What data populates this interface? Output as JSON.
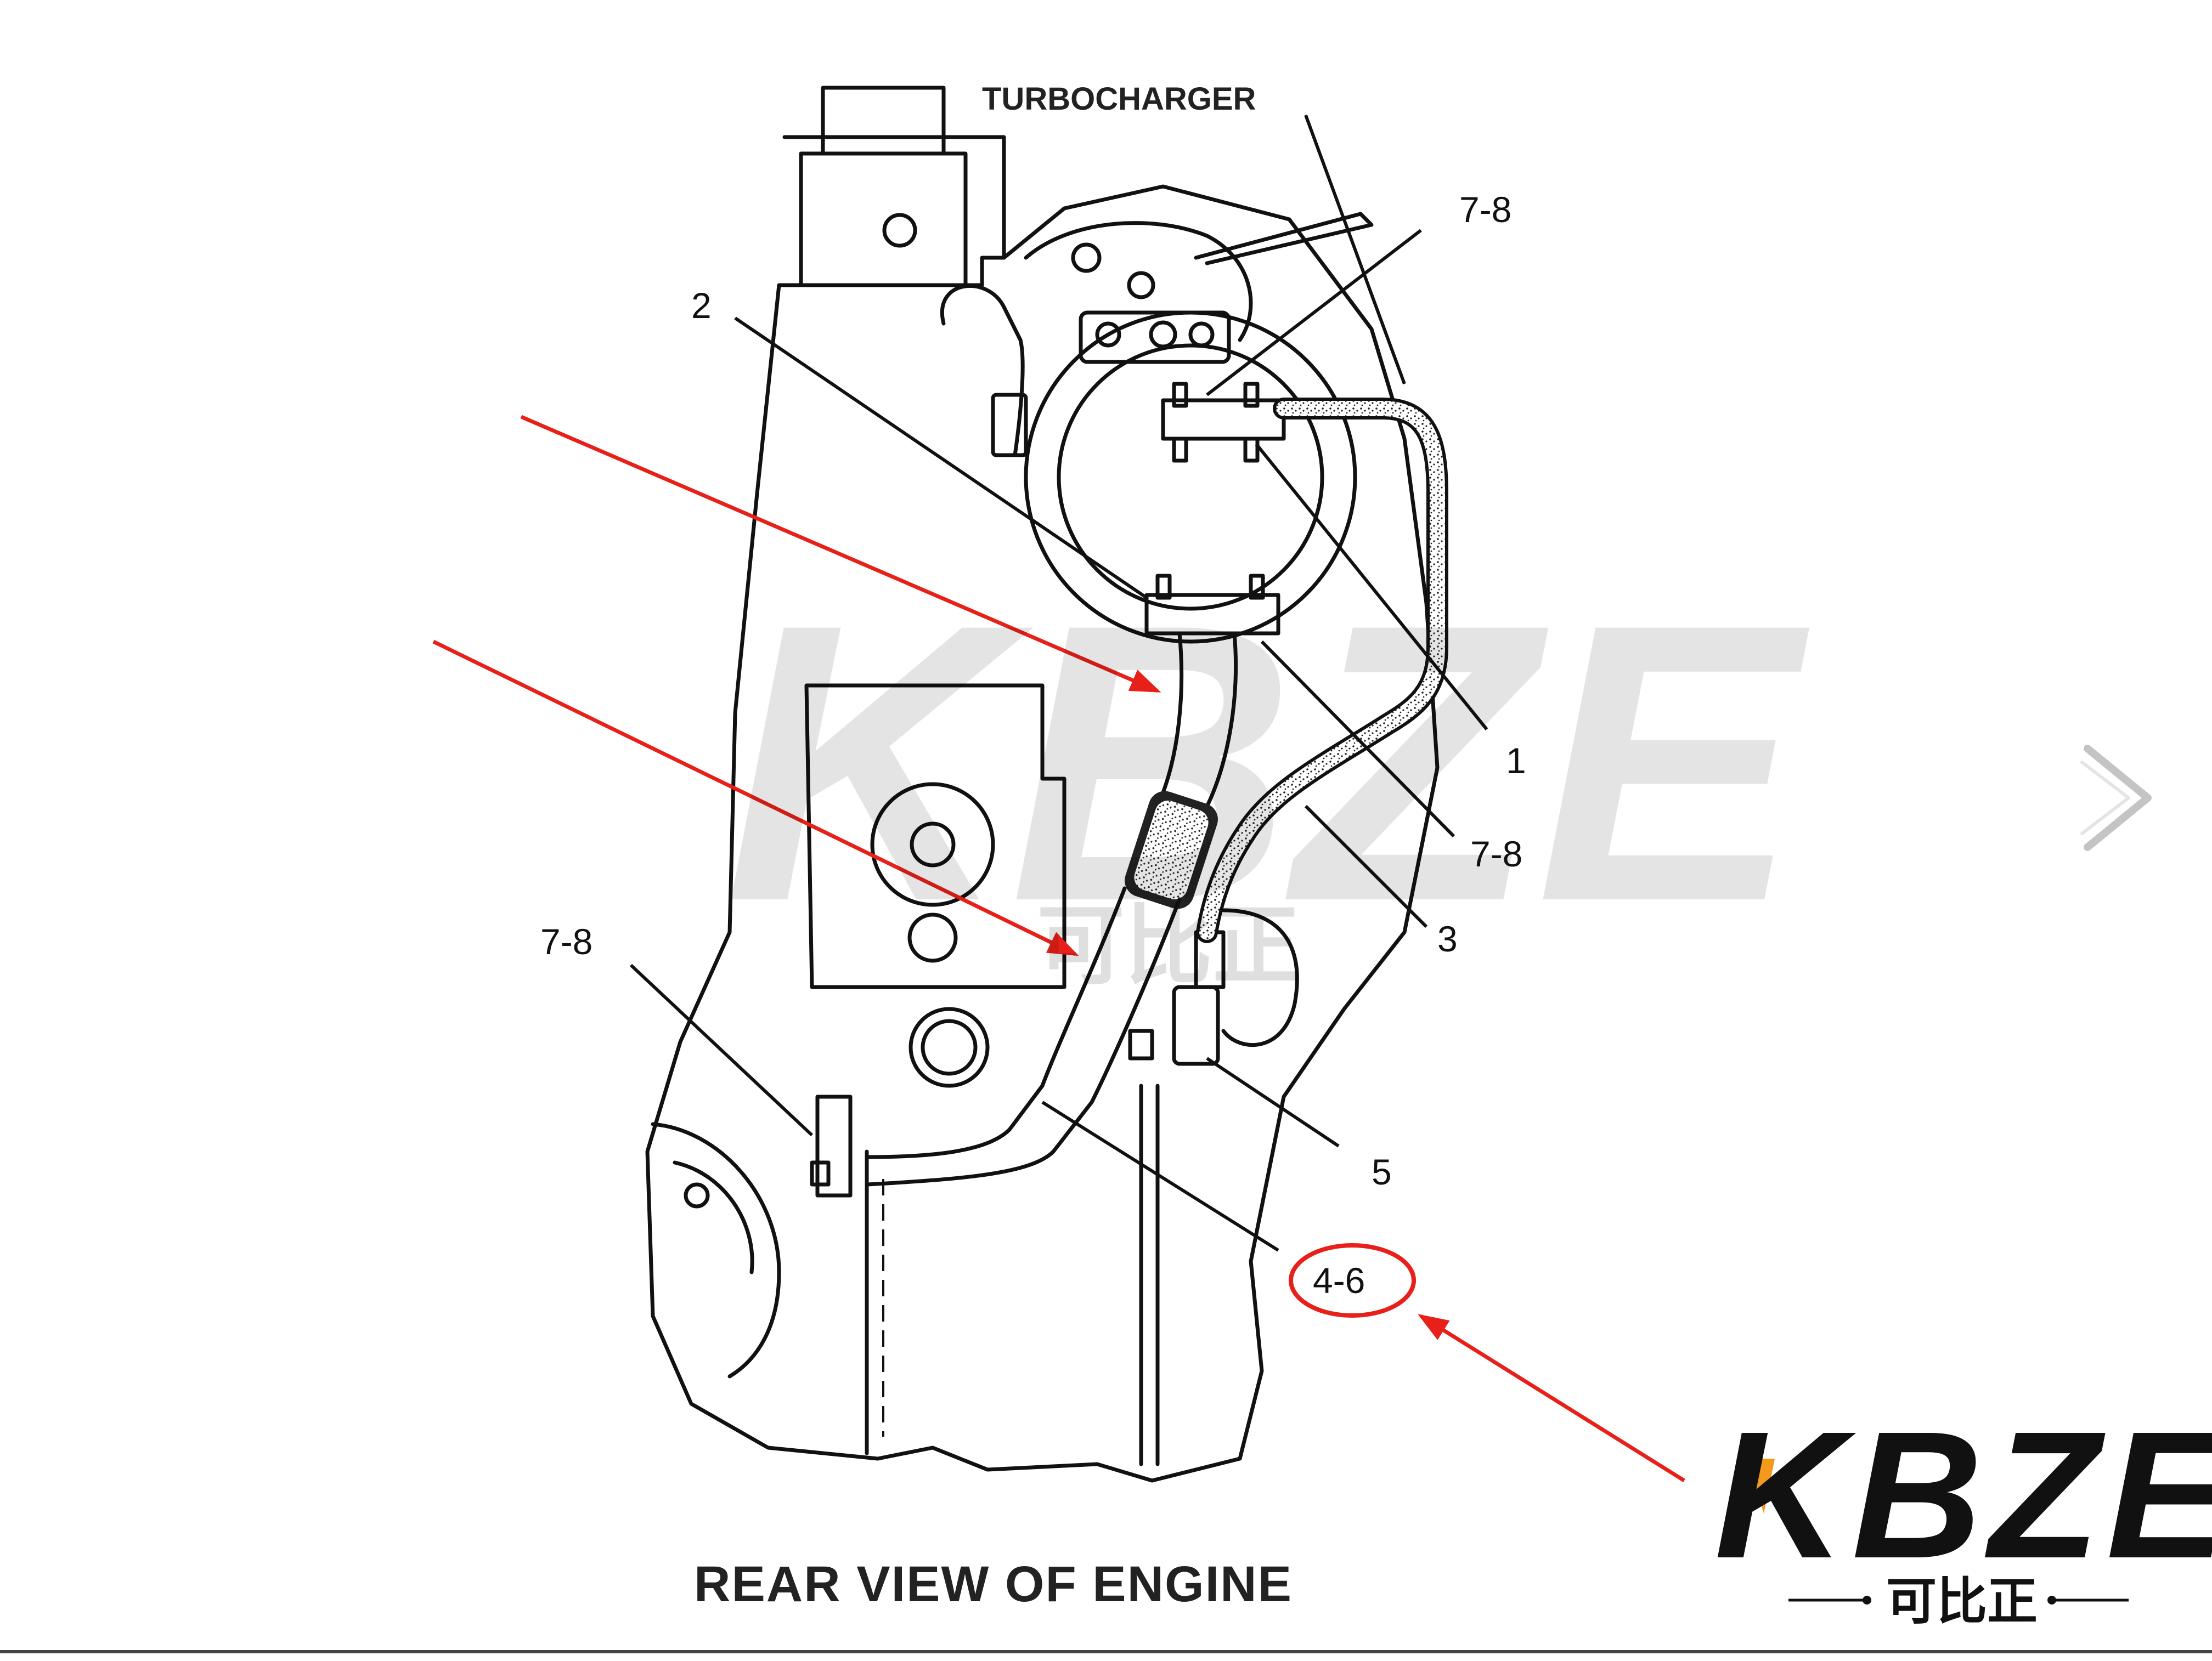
{
  "labels": {
    "turbocharger": "TURBOCHARGER",
    "title": "REAR VIEW OF ENGINE",
    "callouts": {
      "c78_top": "7-8",
      "c2": "2",
      "c1": "1",
      "c78_mid": "7-8",
      "c3": "3",
      "c78_left": "7-8",
      "c5": "5",
      "c46": "4-6"
    }
  },
  "watermark": {
    "letters": "KBZE",
    "chinese": "可比正"
  },
  "logo": {
    "letters": "KBZE",
    "chinese": "可比正"
  },
  "nav": {
    "next_icon": "chevron-right-icon"
  },
  "colors": {
    "arrow": "#e8201a",
    "highlight_circle": "#e8201a",
    "logo_accent": "#f39a1c",
    "line": "#111111"
  }
}
